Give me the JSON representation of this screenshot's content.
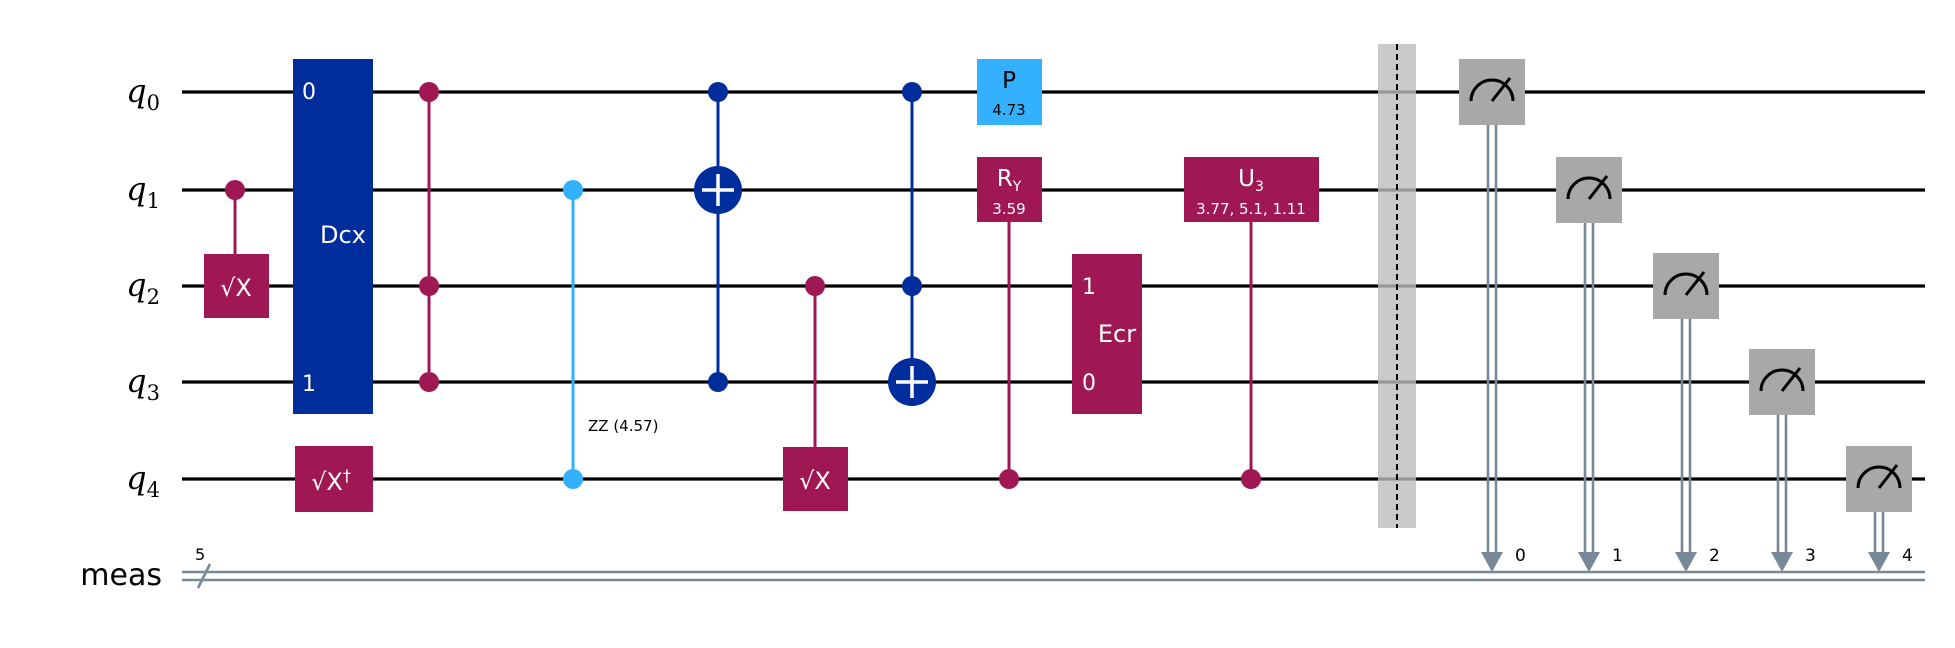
{
  "colors": {
    "wire": "#000000",
    "classical": "#778899",
    "magenta": "#9F1853",
    "blue": "#002D9C",
    "light_blue": "#33B1FF",
    "measure_gray": "#A8A8A8",
    "barrier": "#BDBDBD"
  },
  "qubits": [
    {
      "name": "q",
      "index": "0"
    },
    {
      "name": "q",
      "index": "1"
    },
    {
      "name": "q",
      "index": "2"
    },
    {
      "name": "q",
      "index": "3"
    },
    {
      "name": "q",
      "index": "4"
    }
  ],
  "classical_register": {
    "name": "meas",
    "size": "5"
  },
  "gates": {
    "sx_q2": {
      "label": "√X"
    },
    "dcx": {
      "label": "Dcx",
      "top_port": "0",
      "bottom_port": "1"
    },
    "sxdg_q4": {
      "label": "√X",
      "dagger": "†"
    },
    "rzz": {
      "label": "ZZ (4.57)"
    },
    "csx_q4": {
      "label": "√X"
    },
    "p_q0": {
      "label": "P",
      "param": "4.73"
    },
    "cry": {
      "label": "R",
      "sub": "Y",
      "param": "3.59"
    },
    "ecr": {
      "label": "Ecr",
      "top_port": "1",
      "bottom_port": "0"
    },
    "cu3": {
      "label": "U",
      "sub": "3",
      "param": "3.77, 5.1, 1.11"
    }
  },
  "measurements": [
    {
      "qubit": 0,
      "bit": "0"
    },
    {
      "qubit": 1,
      "bit": "1"
    },
    {
      "qubit": 2,
      "bit": "2"
    },
    {
      "qubit": 3,
      "bit": "3"
    },
    {
      "qubit": 4,
      "bit": "4"
    }
  ]
}
